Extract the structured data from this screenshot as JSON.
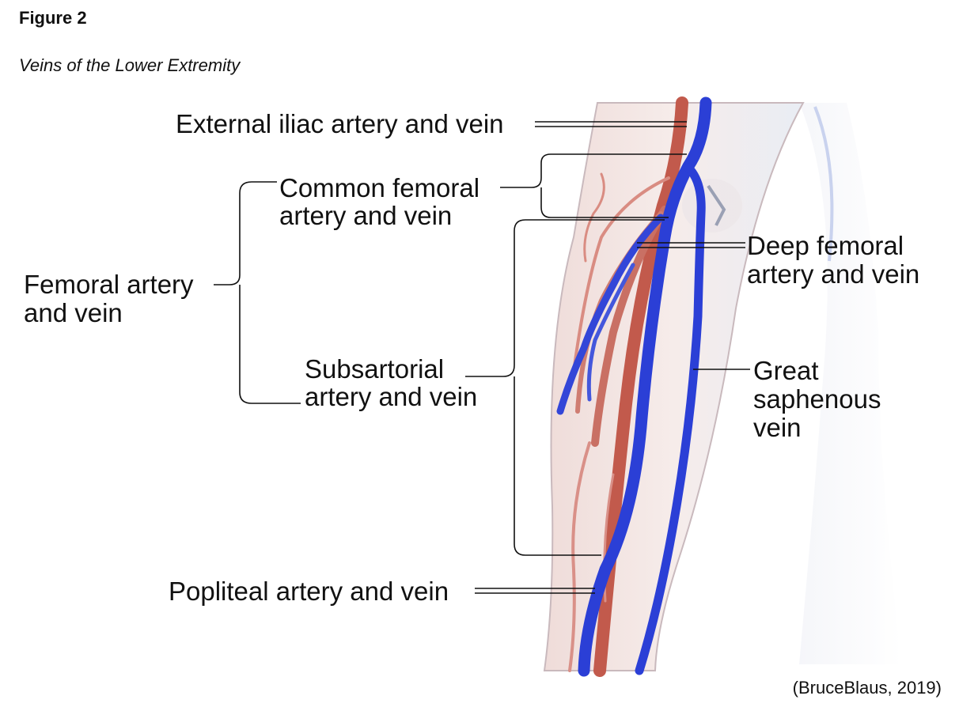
{
  "figure": {
    "number": "Figure 2",
    "title": "Veins of the Lower Extremity",
    "credit": "(BruceBlaus, 2019)"
  },
  "labels": {
    "external_iliac": "External iliac artery and vein",
    "common_femoral": [
      "Common femoral",
      "artery and vein"
    ],
    "femoral": [
      "Femoral artery",
      "and vein"
    ],
    "subsartorial": [
      "Subsartorial",
      "artery and vein"
    ],
    "popliteal": "Popliteal artery and vein",
    "deep_femoral": [
      "Deep femoral",
      "artery and vein"
    ],
    "great_saphenous": [
      "Great",
      "saphenous",
      "vein"
    ]
  },
  "colors": {
    "vein": "#2b3fd6",
    "artery": "#c25a4c",
    "skin": "#f3e6e4",
    "leader": "#111111"
  }
}
